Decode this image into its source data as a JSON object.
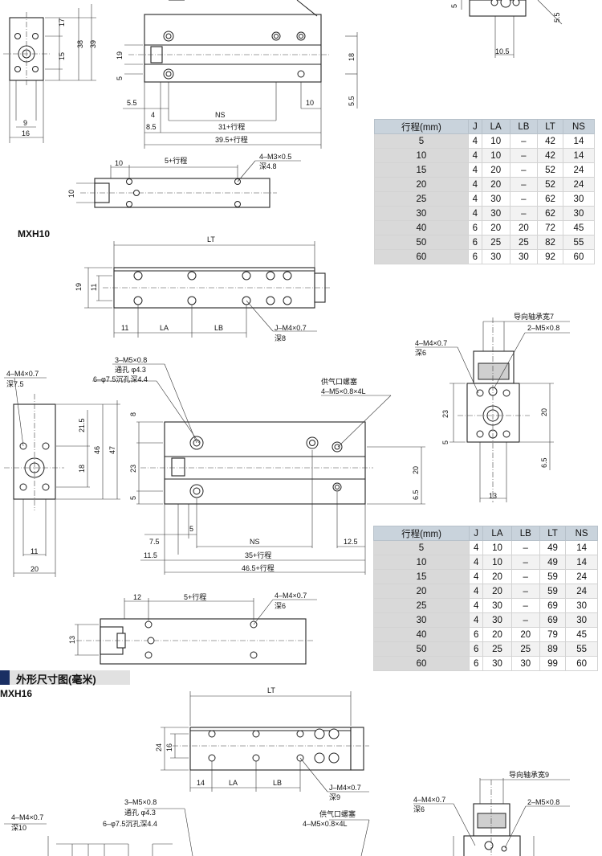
{
  "model_labels": {
    "mxh10": "MXH10",
    "mxh16": "MXH16"
  },
  "section_title": "外形尺寸图(毫米)",
  "table_columns": [
    "行程(mm)",
    "J",
    "LA",
    "LB",
    "LT",
    "NS"
  ],
  "table1_rows": [
    [
      "5",
      "4",
      "10",
      "–",
      "42",
      "14"
    ],
    [
      "10",
      "4",
      "10",
      "–",
      "42",
      "14"
    ],
    [
      "15",
      "4",
      "20",
      "–",
      "52",
      "24"
    ],
    [
      "20",
      "4",
      "20",
      "–",
      "52",
      "24"
    ],
    [
      "25",
      "4",
      "30",
      "–",
      "62",
      "30"
    ],
    [
      "30",
      "4",
      "30",
      "–",
      "62",
      "30"
    ],
    [
      "40",
      "6",
      "20",
      "20",
      "72",
      "45"
    ],
    [
      "50",
      "6",
      "25",
      "25",
      "82",
      "55"
    ],
    [
      "60",
      "6",
      "30",
      "30",
      "92",
      "60"
    ]
  ],
  "table2_rows": [
    [
      "5",
      "4",
      "10",
      "–",
      "49",
      "14"
    ],
    [
      "10",
      "4",
      "10",
      "–",
      "49",
      "14"
    ],
    [
      "15",
      "4",
      "20",
      "–",
      "59",
      "24"
    ],
    [
      "20",
      "4",
      "20",
      "–",
      "59",
      "24"
    ],
    [
      "25",
      "4",
      "30",
      "–",
      "69",
      "30"
    ],
    [
      "30",
      "4",
      "30",
      "–",
      "69",
      "30"
    ],
    [
      "40",
      "6",
      "20",
      "20",
      "79",
      "45"
    ],
    [
      "50",
      "6",
      "25",
      "25",
      "89",
      "55"
    ],
    [
      "60",
      "6",
      "30",
      "30",
      "99",
      "60"
    ]
  ],
  "dims_top": {
    "end_17": "17",
    "end_15": "15",
    "end_38": "38",
    "end_39": "39",
    "end_9": "9",
    "end_16": "16",
    "side_19": "19",
    "side_5": "5",
    "side_18": "18",
    "side_55r": "5.5",
    "side_55l": "5.5",
    "side_4": "4",
    "side_ns": "NS",
    "side_10": "10",
    "side_85": "8.5",
    "side_31": "31+行程",
    "side_395": "39.5+行程",
    "top_55": "5",
    "top_55b": "5.5",
    "top_105": "10.5",
    "bot_10a": "10",
    "bot_stroke": "5+行程",
    "bot_m3": "4–M3×0.5",
    "bot_depth": "深4.8",
    "bot_10b": "10"
  },
  "dims_mxh10": {
    "lt": "LT",
    "h19": "19",
    "h11": "11",
    "d11": "11",
    "la": "LA",
    "lb": "LB",
    "jm4": "J–M4×0.7",
    "jdepth": "深8",
    "guide7": "导向轴承宽7",
    "m5_2": "2–M5×0.8",
    "m4_4": "4–M4×0.7",
    "m4_depth": "深6",
    "r23": "23",
    "r20": "20",
    "r5": "5",
    "r65": "6.5",
    "r13": "13",
    "m5_3": "3–M5×0.8",
    "thru": "通孔 φ4.3",
    "cbore": "6–φ7.5沉孔深4.4",
    "supply": "供气口螺塞",
    "supply_m5": "4–M5×0.8×4L",
    "e_m4": "4–M4×0.7",
    "e_depth": "深7.5",
    "e215": "21.5",
    "e18": "18",
    "e46": "46",
    "e47": "47",
    "e11": "11",
    "e20": "20",
    "s8": "8",
    "s23": "23",
    "s5": "5",
    "s20": "20",
    "s65": "6.5",
    "s75": "7.5",
    "s5b": "5",
    "sns": "NS",
    "s125": "12.5",
    "s115": "11.5",
    "s35": "35+行程",
    "s465": "46.5+行程",
    "b12": "12",
    "bstroke": "5+行程",
    "bm4": "4–M4×0.7",
    "bdepth": "深6",
    "b13": "13"
  },
  "dims_mxh16": {
    "lt": "LT",
    "h24": "24",
    "h16": "16",
    "d14": "14",
    "la": "LA",
    "lb": "LB",
    "jm4": "J–M4×0.7",
    "jdepth": "深9",
    "guide9": "导向轴承宽9",
    "m4_4": "4–M4×0.7",
    "m4_depth": "深6",
    "m5_2": "2–M5×0.8",
    "m5_3": "3–M5×0.8",
    "thru": "通孔 φ4.3",
    "cbore": "6–φ7.5沉孔深4.4",
    "supply": "供气口螺塞",
    "supply_m5": "4–M5×0.8×4L",
    "e_m4": "4–M4×0.7",
    "e_depth": "深10"
  },
  "colors": {
    "header_bg": "#c9d3dc",
    "first_col_bg": "#d9d9d9",
    "section_bar": "#1a2f63"
  }
}
